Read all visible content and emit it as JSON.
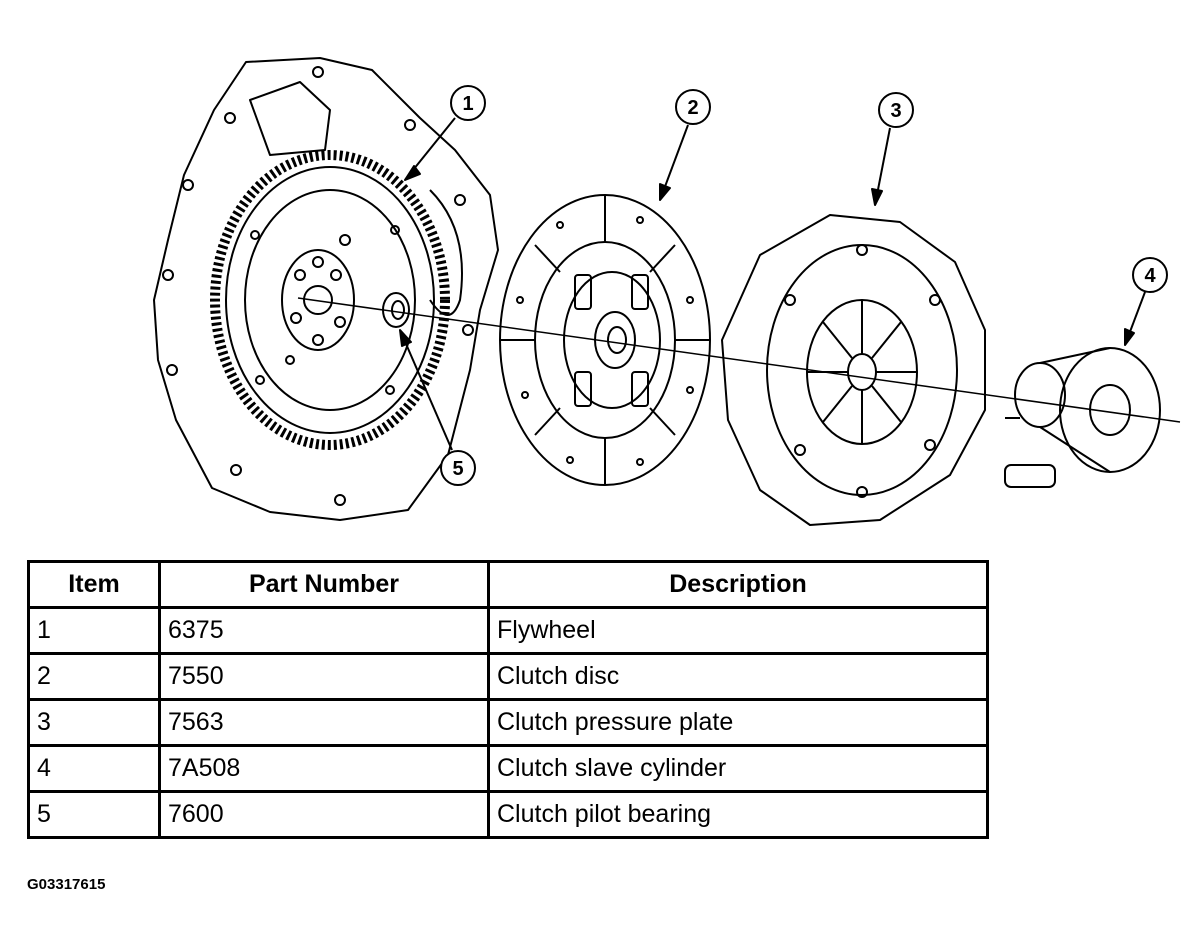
{
  "callouts": [
    "1",
    "2",
    "3",
    "4",
    "5"
  ],
  "table": {
    "headers": [
      "Item",
      "Part Number",
      "Description"
    ],
    "rows": [
      [
        "1",
        "6375",
        "Flywheel"
      ],
      [
        "2",
        "7550",
        "Clutch disc"
      ],
      [
        "3",
        "7563",
        "Clutch pressure plate"
      ],
      [
        "4",
        "7A508",
        "Clutch slave cylinder"
      ],
      [
        "5",
        "7600",
        "Clutch pilot bearing"
      ]
    ]
  },
  "figure_id": "G03317615"
}
